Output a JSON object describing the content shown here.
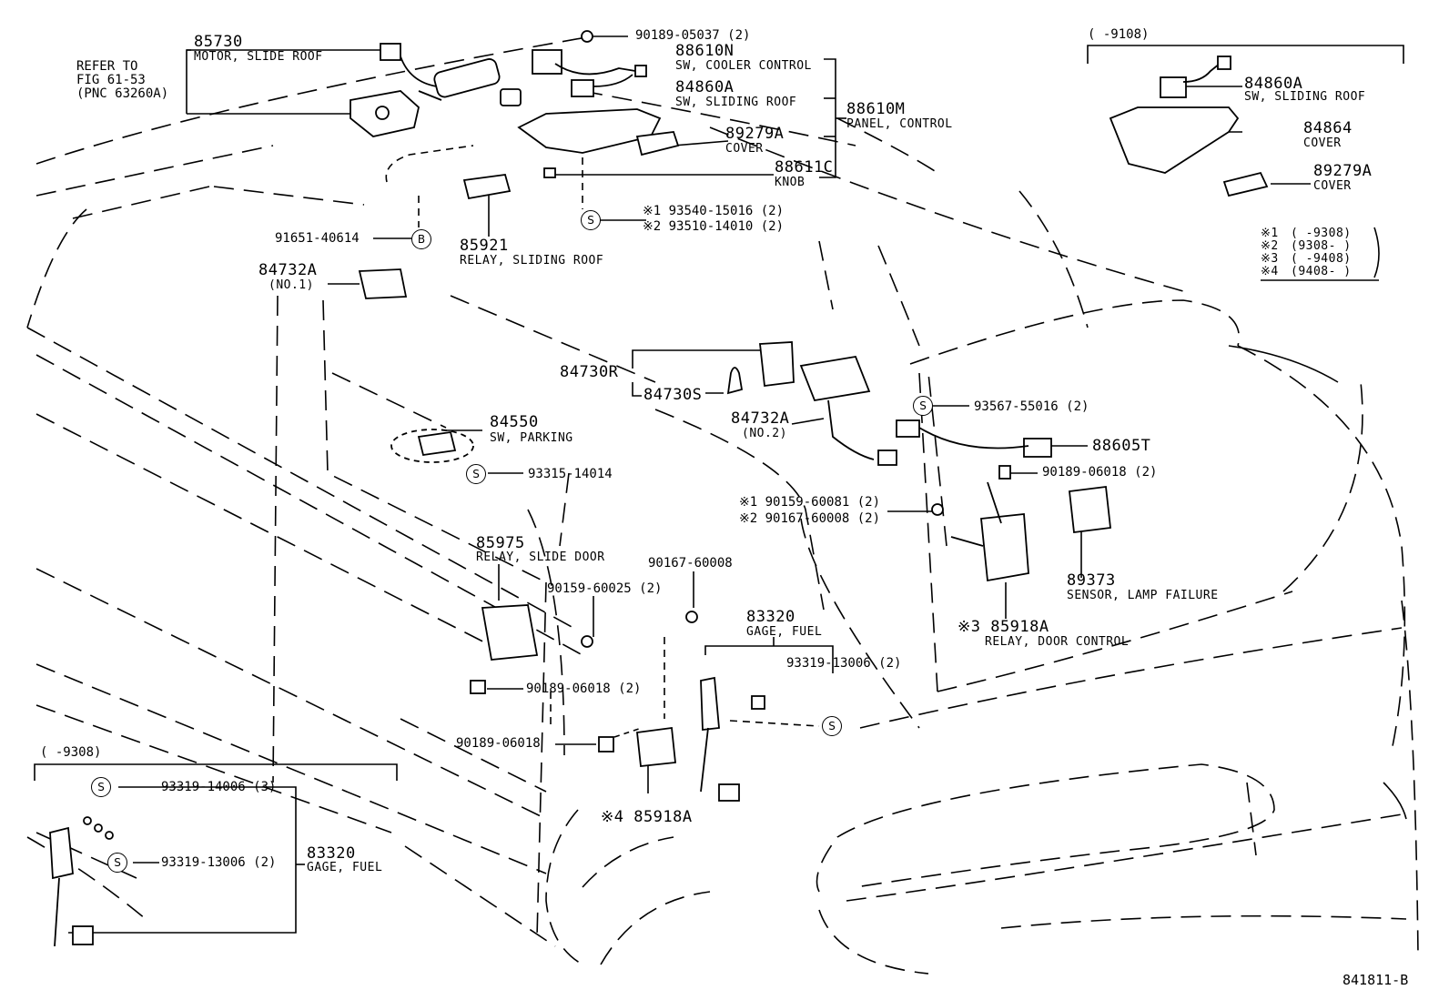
{
  "diagram_id": "841811-B",
  "refer_note": [
    "REFER TO",
    "FIG 61-53",
    "(PNC 63260A)"
  ],
  "parts": {
    "p85730": {
      "num": "85730",
      "name": "MOTOR, SLIDE ROOF"
    },
    "p90189_05037": {
      "num": "90189-05037 (2)"
    },
    "p88610N": {
      "num": "88610N",
      "name": "SW, COOLER CONTROL"
    },
    "p84860A": {
      "num": "84860A",
      "name": "SW, SLIDING ROOF"
    },
    "p88610M": {
      "num": "88610M",
      "name": "PANEL, CONTROL"
    },
    "p89279A": {
      "num": "89279A",
      "name": "COVER"
    },
    "p88611C": {
      "num": "88611C",
      "name": "KNOB"
    },
    "p93540": {
      "num": "※1  93540-15016 (2)"
    },
    "p93510": {
      "num": "※2  93510-14010 (2)"
    },
    "p91651": {
      "num": "91651-40614"
    },
    "p85921": {
      "num": "85921",
      "name": "RELAY, SLIDING ROOF"
    },
    "p84732A_1": {
      "num": "84732A",
      "name": "(NO.1)"
    },
    "p84730R": {
      "num": "84730R"
    },
    "p84730S": {
      "num": "84730S"
    },
    "p84550": {
      "num": "84550",
      "name": "SW, PARKING"
    },
    "p93315": {
      "num": "93315-14014"
    },
    "p84732A_2": {
      "num": "84732A",
      "name": "(NO.2)"
    },
    "p93567": {
      "num": "93567-55016 (2)"
    },
    "p88605T": {
      "num": "88605T"
    },
    "p90189_06018_r": {
      "num": "90189-06018 (2)"
    },
    "p90159_60081": {
      "num": "※1  90159-60081 (2)"
    },
    "p90167_60008_2": {
      "num": "※2  90167-60008 (2)"
    },
    "p89373": {
      "num": "89373",
      "name": "SENSOR, LAMP FAILURE"
    },
    "p85918A_3": {
      "num": "※3  85918A",
      "name": "RELAY, DOOR CONTROL"
    },
    "p85975": {
      "num": "85975",
      "name": "RELAY, SLIDE DOOR"
    },
    "p90167_60008": {
      "num": "90167-60008"
    },
    "p90159_60025": {
      "num": "90159-60025 (2)"
    },
    "p83320": {
      "num": "83320",
      "name": "GAGE, FUEL"
    },
    "p93319_13006": {
      "num": "93319-13006 (2)"
    },
    "p90189_06018_a": {
      "num": "90189-06018 (2)"
    },
    "p90189_06018_b": {
      "num": "90189-06018"
    },
    "p85918A_4": {
      "num": "※4  85918A"
    }
  },
  "inset_top": {
    "range": "(        -9108)",
    "p84860A": {
      "num": "84860A",
      "name": "SW, SLIDING ROOF"
    },
    "p84864": {
      "num": "84864",
      "name": "COVER"
    },
    "p89279A": {
      "num": "89279A",
      "name": "COVER"
    }
  },
  "legend": [
    {
      "mark": "※1",
      "range": "(       -9308)"
    },
    {
      "mark": "※2",
      "range": "(9308-        )"
    },
    {
      "mark": "※3",
      "range": "(       -9408)"
    },
    {
      "mark": "※4",
      "range": "(9408-        )"
    }
  ],
  "inset_bottom": {
    "range": "(        -9308)",
    "p93319_14006": {
      "num": "93319-14006 (3)"
    },
    "p93319_13006": {
      "num": "93319-13006 (2)"
    },
    "p83320": {
      "num": "83320",
      "name": "GAGE, FUEL"
    }
  },
  "circle_marks": {
    "s": "S",
    "b": "B"
  }
}
